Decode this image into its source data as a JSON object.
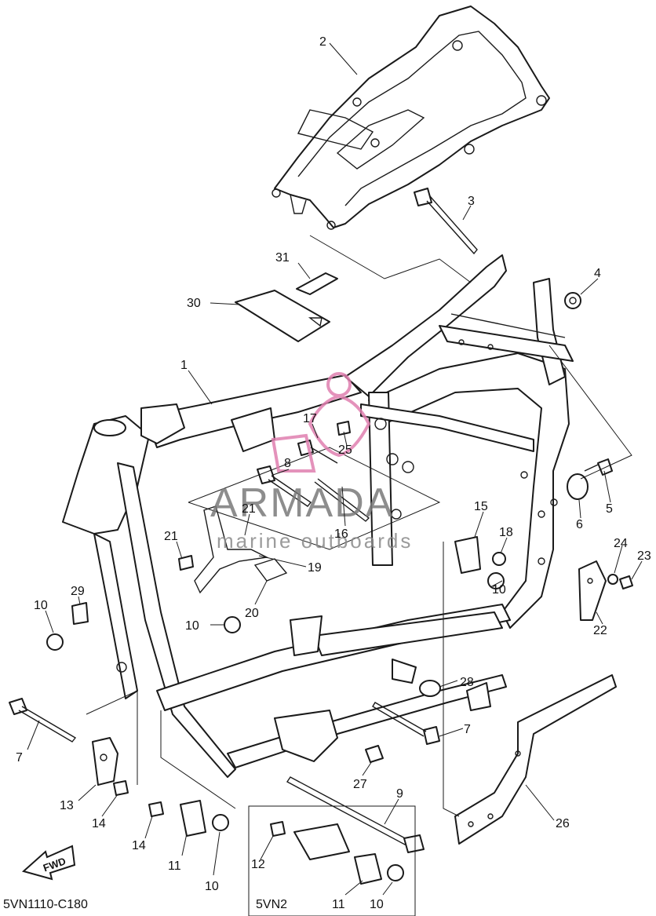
{
  "diagram": {
    "code": "5VN1110-C180",
    "variant_label": "5VN2",
    "fwd_label": "FWD",
    "watermark": {
      "brand": "ARMADA",
      "tagline": "marine outboards",
      "accent_color": "#e07fb0"
    },
    "callouts": [
      {
        "id": "c1",
        "text": "1"
      },
      {
        "id": "c2",
        "text": "2"
      },
      {
        "id": "c3",
        "text": "3"
      },
      {
        "id": "c4",
        "text": "4"
      },
      {
        "id": "c5",
        "text": "5"
      },
      {
        "id": "c6",
        "text": "6"
      },
      {
        "id": "c7a",
        "text": "7"
      },
      {
        "id": "c7b",
        "text": "7"
      },
      {
        "id": "c8",
        "text": "8"
      },
      {
        "id": "c9",
        "text": "9"
      },
      {
        "id": "c10a",
        "text": "10"
      },
      {
        "id": "c10b",
        "text": "10"
      },
      {
        "id": "c10c",
        "text": "10"
      },
      {
        "id": "c10d",
        "text": "10"
      },
      {
        "id": "c10e",
        "text": "10"
      },
      {
        "id": "c11a",
        "text": "11"
      },
      {
        "id": "c11b",
        "text": "11"
      },
      {
        "id": "c12",
        "text": "12"
      },
      {
        "id": "c13",
        "text": "13"
      },
      {
        "id": "c14a",
        "text": "14"
      },
      {
        "id": "c14b",
        "text": "14"
      },
      {
        "id": "c15",
        "text": "15"
      },
      {
        "id": "c16",
        "text": "16"
      },
      {
        "id": "c17",
        "text": "17"
      },
      {
        "id": "c18",
        "text": "18"
      },
      {
        "id": "c19",
        "text": "19"
      },
      {
        "id": "c20",
        "text": "20"
      },
      {
        "id": "c21a",
        "text": "21"
      },
      {
        "id": "c21b",
        "text": "21"
      },
      {
        "id": "c22",
        "text": "22"
      },
      {
        "id": "c23",
        "text": "23"
      },
      {
        "id": "c24",
        "text": "24"
      },
      {
        "id": "c25",
        "text": "25"
      },
      {
        "id": "c26",
        "text": "26"
      },
      {
        "id": "c28",
        "text": "28"
      },
      {
        "id": "c29",
        "text": "29"
      },
      {
        "id": "c30",
        "text": "30"
      },
      {
        "id": "c31",
        "text": "31"
      }
    ]
  }
}
